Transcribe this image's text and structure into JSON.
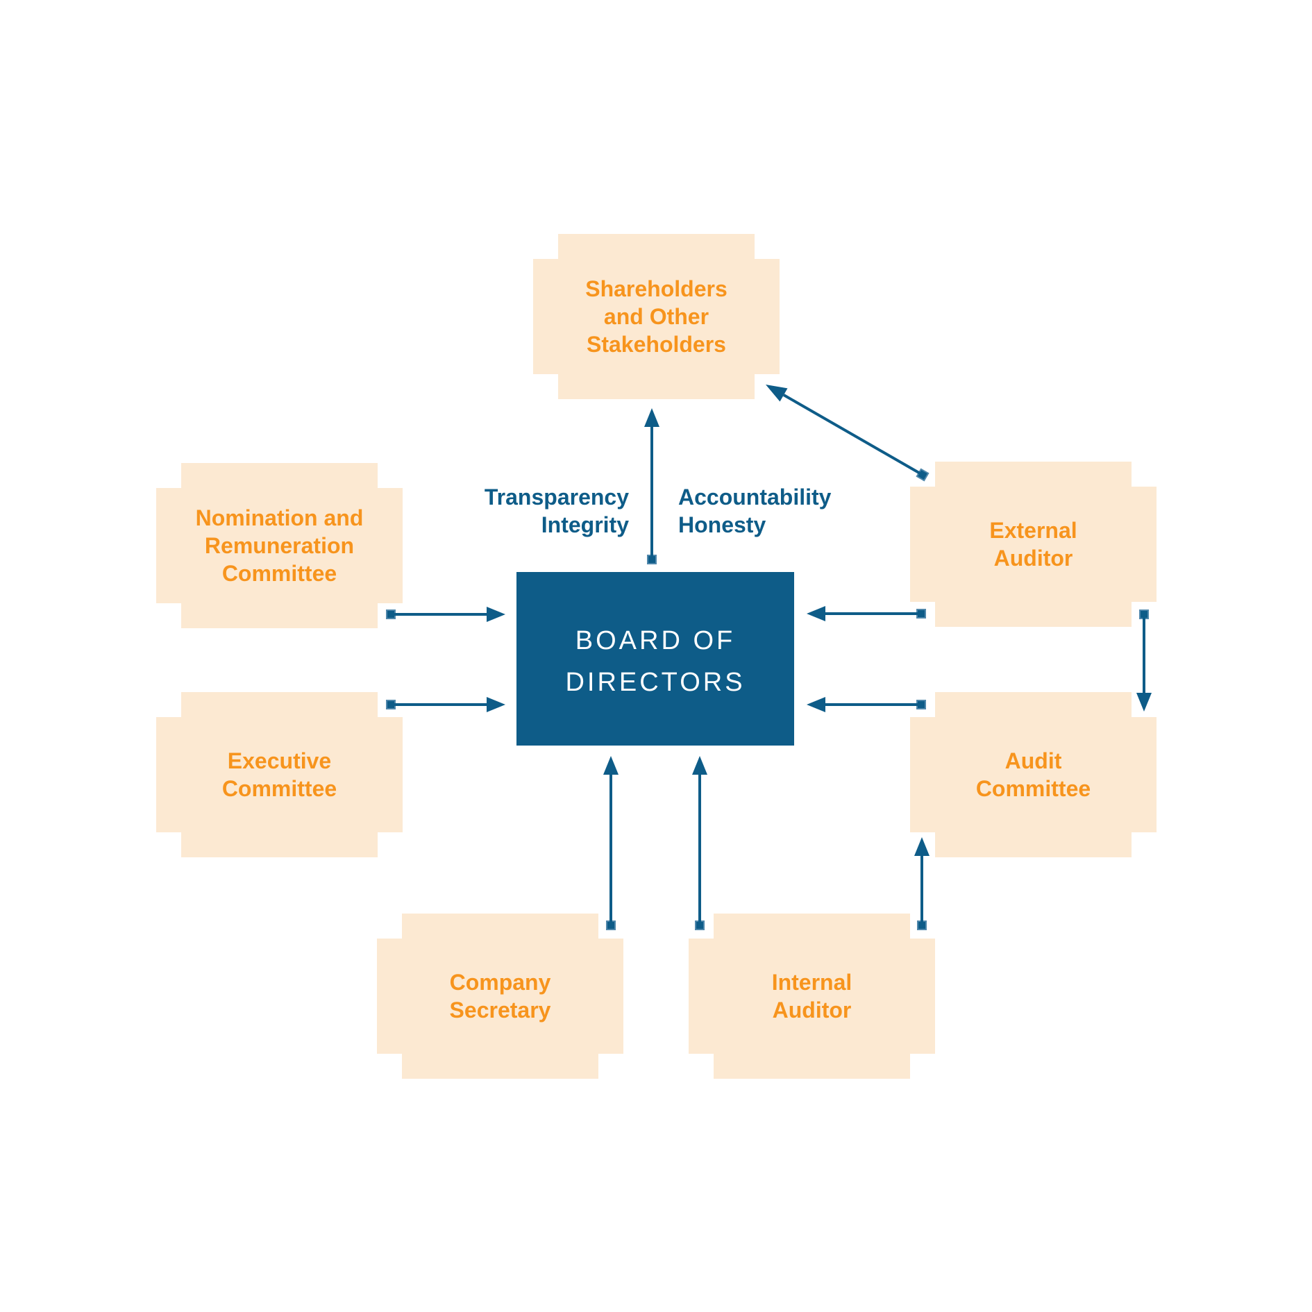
{
  "colors": {
    "blue": "#0E5C88",
    "orange": "#F7941D",
    "peach": "#FCE9D2",
    "background": "#FFFFFF"
  },
  "board": {
    "id": "board-of-directors",
    "label": "BOARD OF\nDIRECTORS"
  },
  "nodes": [
    {
      "id": "shareholders-and-other-stakeholders",
      "label": "Shareholders\nand Other\nStakeholders"
    },
    {
      "id": "nomination-and-remuneration-committee",
      "label": "Nomination and\nRemuneration\nCommittee"
    },
    {
      "id": "executive-committee",
      "label": "Executive\nCommittee"
    },
    {
      "id": "external-auditor",
      "label": "External\nAuditor"
    },
    {
      "id": "audit-committee",
      "label": "Audit\nCommittee"
    },
    {
      "id": "company-secretary",
      "label": "Company\nSecretary"
    },
    {
      "id": "internal-auditor",
      "label": "Internal\nAuditor"
    }
  ],
  "principles": {
    "left": {
      "line1": "Transparency",
      "line2": "Integrity"
    },
    "right": {
      "line1": "Accountability",
      "line2": "Honesty"
    }
  },
  "connections": [
    {
      "from": "nomination-and-remuneration-committee",
      "to": "board-of-directors"
    },
    {
      "from": "executive-committee",
      "to": "board-of-directors"
    },
    {
      "from": "external-auditor",
      "to": "board-of-directors"
    },
    {
      "from": "audit-committee",
      "to": "board-of-directors"
    },
    {
      "from": "company-secretary",
      "to": "board-of-directors"
    },
    {
      "from": "internal-auditor",
      "to": "board-of-directors"
    },
    {
      "from": "board-of-directors",
      "to": "shareholders-and-other-stakeholders"
    },
    {
      "from": "external-auditor",
      "to": "shareholders-and-other-stakeholders"
    },
    {
      "from": "external-auditor",
      "to": "audit-committee"
    },
    {
      "from": "internal-auditor",
      "to": "audit-committee"
    }
  ]
}
